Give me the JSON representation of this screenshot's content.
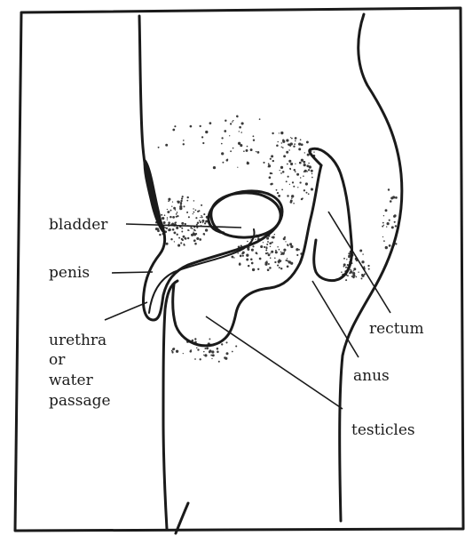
{
  "labels": {
    "bladder": "bladder",
    "penis": "penis",
    "urethra": [
      "urethra",
      "or",
      "water",
      "passage"
    ],
    "rectum": "rectum",
    "anus": "anus",
    "testicles": "testicles"
  },
  "colors": {
    "ink": "#1a1a1a",
    "paper": "#ffffff",
    "stipple": "#3a3a3a"
  }
}
